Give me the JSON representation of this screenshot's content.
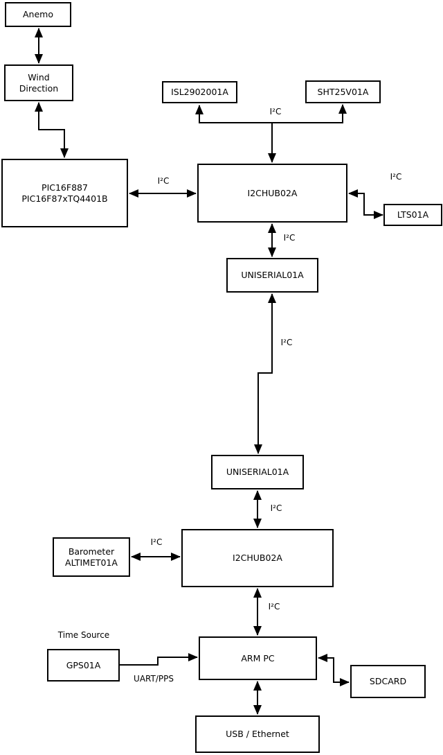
{
  "nodes": {
    "anemo": {
      "label": "Anemo"
    },
    "wind_direction": {
      "line1": "Wind",
      "line2": "Direction"
    },
    "pic_mcu": {
      "line1": "PIC16F887",
      "line2": "PIC16F87xTQ4401B"
    },
    "isl2902001a": {
      "label": "ISL2902001A"
    },
    "sht25v01a": {
      "label": "SHT25V01A"
    },
    "i2chub_top": {
      "label": "I2CHUB02A"
    },
    "lts01a": {
      "label": "LTS01A"
    },
    "uniserial_top": {
      "label": "UNISERIAL01A"
    },
    "uniserial_bottom": {
      "label": "UNISERIAL01A"
    },
    "i2chub_bottom": {
      "label": "I2CHUB02A"
    },
    "barometer": {
      "line1": "Barometer",
      "line2": "ALTIMET01A"
    },
    "gps01a": {
      "label": "GPS01A"
    },
    "arm_pc": {
      "label": "ARM PC"
    },
    "sdcard": {
      "label": "SDCARD"
    },
    "usb_ethernet": {
      "label": "USB / Ethernet"
    }
  },
  "edge_labels": {
    "i2c_sensors_top": "I²C",
    "i2c_pic_hub": "I²C",
    "i2c_hub_lts": "I²C",
    "i2c_hub_uniserial": "I²C",
    "i2c_uniserial_link": "I²C",
    "i2c_uniserial_hub2": "I²C",
    "i2c_barometer_hub2": "I²C",
    "i2c_hub2_armpc": "I²C",
    "uart_pps": "UART/PPS",
    "time_source_caption": "Time Source"
  },
  "edges": [
    {
      "from": "Anemo",
      "to": "Wind Direction",
      "bidirectional": true
    },
    {
      "from": "Wind Direction",
      "to": "PIC16F887 PIC16F87xTQ4401B",
      "bidirectional": true
    },
    {
      "from": "PIC16F887 PIC16F87xTQ4401B",
      "to": "I2CHUB02A (top)",
      "label": "I²C",
      "bidirectional": true
    },
    {
      "from": "I2CHUB02A (top)",
      "to": "ISL2902001A",
      "label": "I²C",
      "bidirectional": true
    },
    {
      "from": "I2CHUB02A (top)",
      "to": "SHT25V01A",
      "label": "I²C",
      "bidirectional": true
    },
    {
      "from": "I2CHUB02A (top)",
      "to": "LTS01A",
      "label": "I²C",
      "bidirectional": true
    },
    {
      "from": "I2CHUB02A (top)",
      "to": "UNISERIAL01A (top)",
      "label": "I²C",
      "bidirectional": true
    },
    {
      "from": "UNISERIAL01A (top)",
      "to": "UNISERIAL01A (bottom)",
      "label": "I²C",
      "bidirectional": true
    },
    {
      "from": "UNISERIAL01A (bottom)",
      "to": "I2CHUB02A (bottom)",
      "label": "I²C",
      "bidirectional": true
    },
    {
      "from": "Barometer ALTIMET01A",
      "to": "I2CHUB02A (bottom)",
      "label": "I²C",
      "bidirectional": true
    },
    {
      "from": "I2CHUB02A (bottom)",
      "to": "ARM PC",
      "label": "I²C",
      "bidirectional": true
    },
    {
      "from": "GPS01A",
      "to": "ARM PC",
      "label": "UART/PPS",
      "bidirectional": false
    },
    {
      "from": "ARM PC",
      "to": "SDCARD",
      "bidirectional": true
    },
    {
      "from": "ARM PC",
      "to": "USB / Ethernet",
      "bidirectional": true
    }
  ],
  "colors": {
    "line": "#000000",
    "box_border": "#000000",
    "box_fill": "#ffffff",
    "background": "#ffffff",
    "text": "#000000"
  }
}
